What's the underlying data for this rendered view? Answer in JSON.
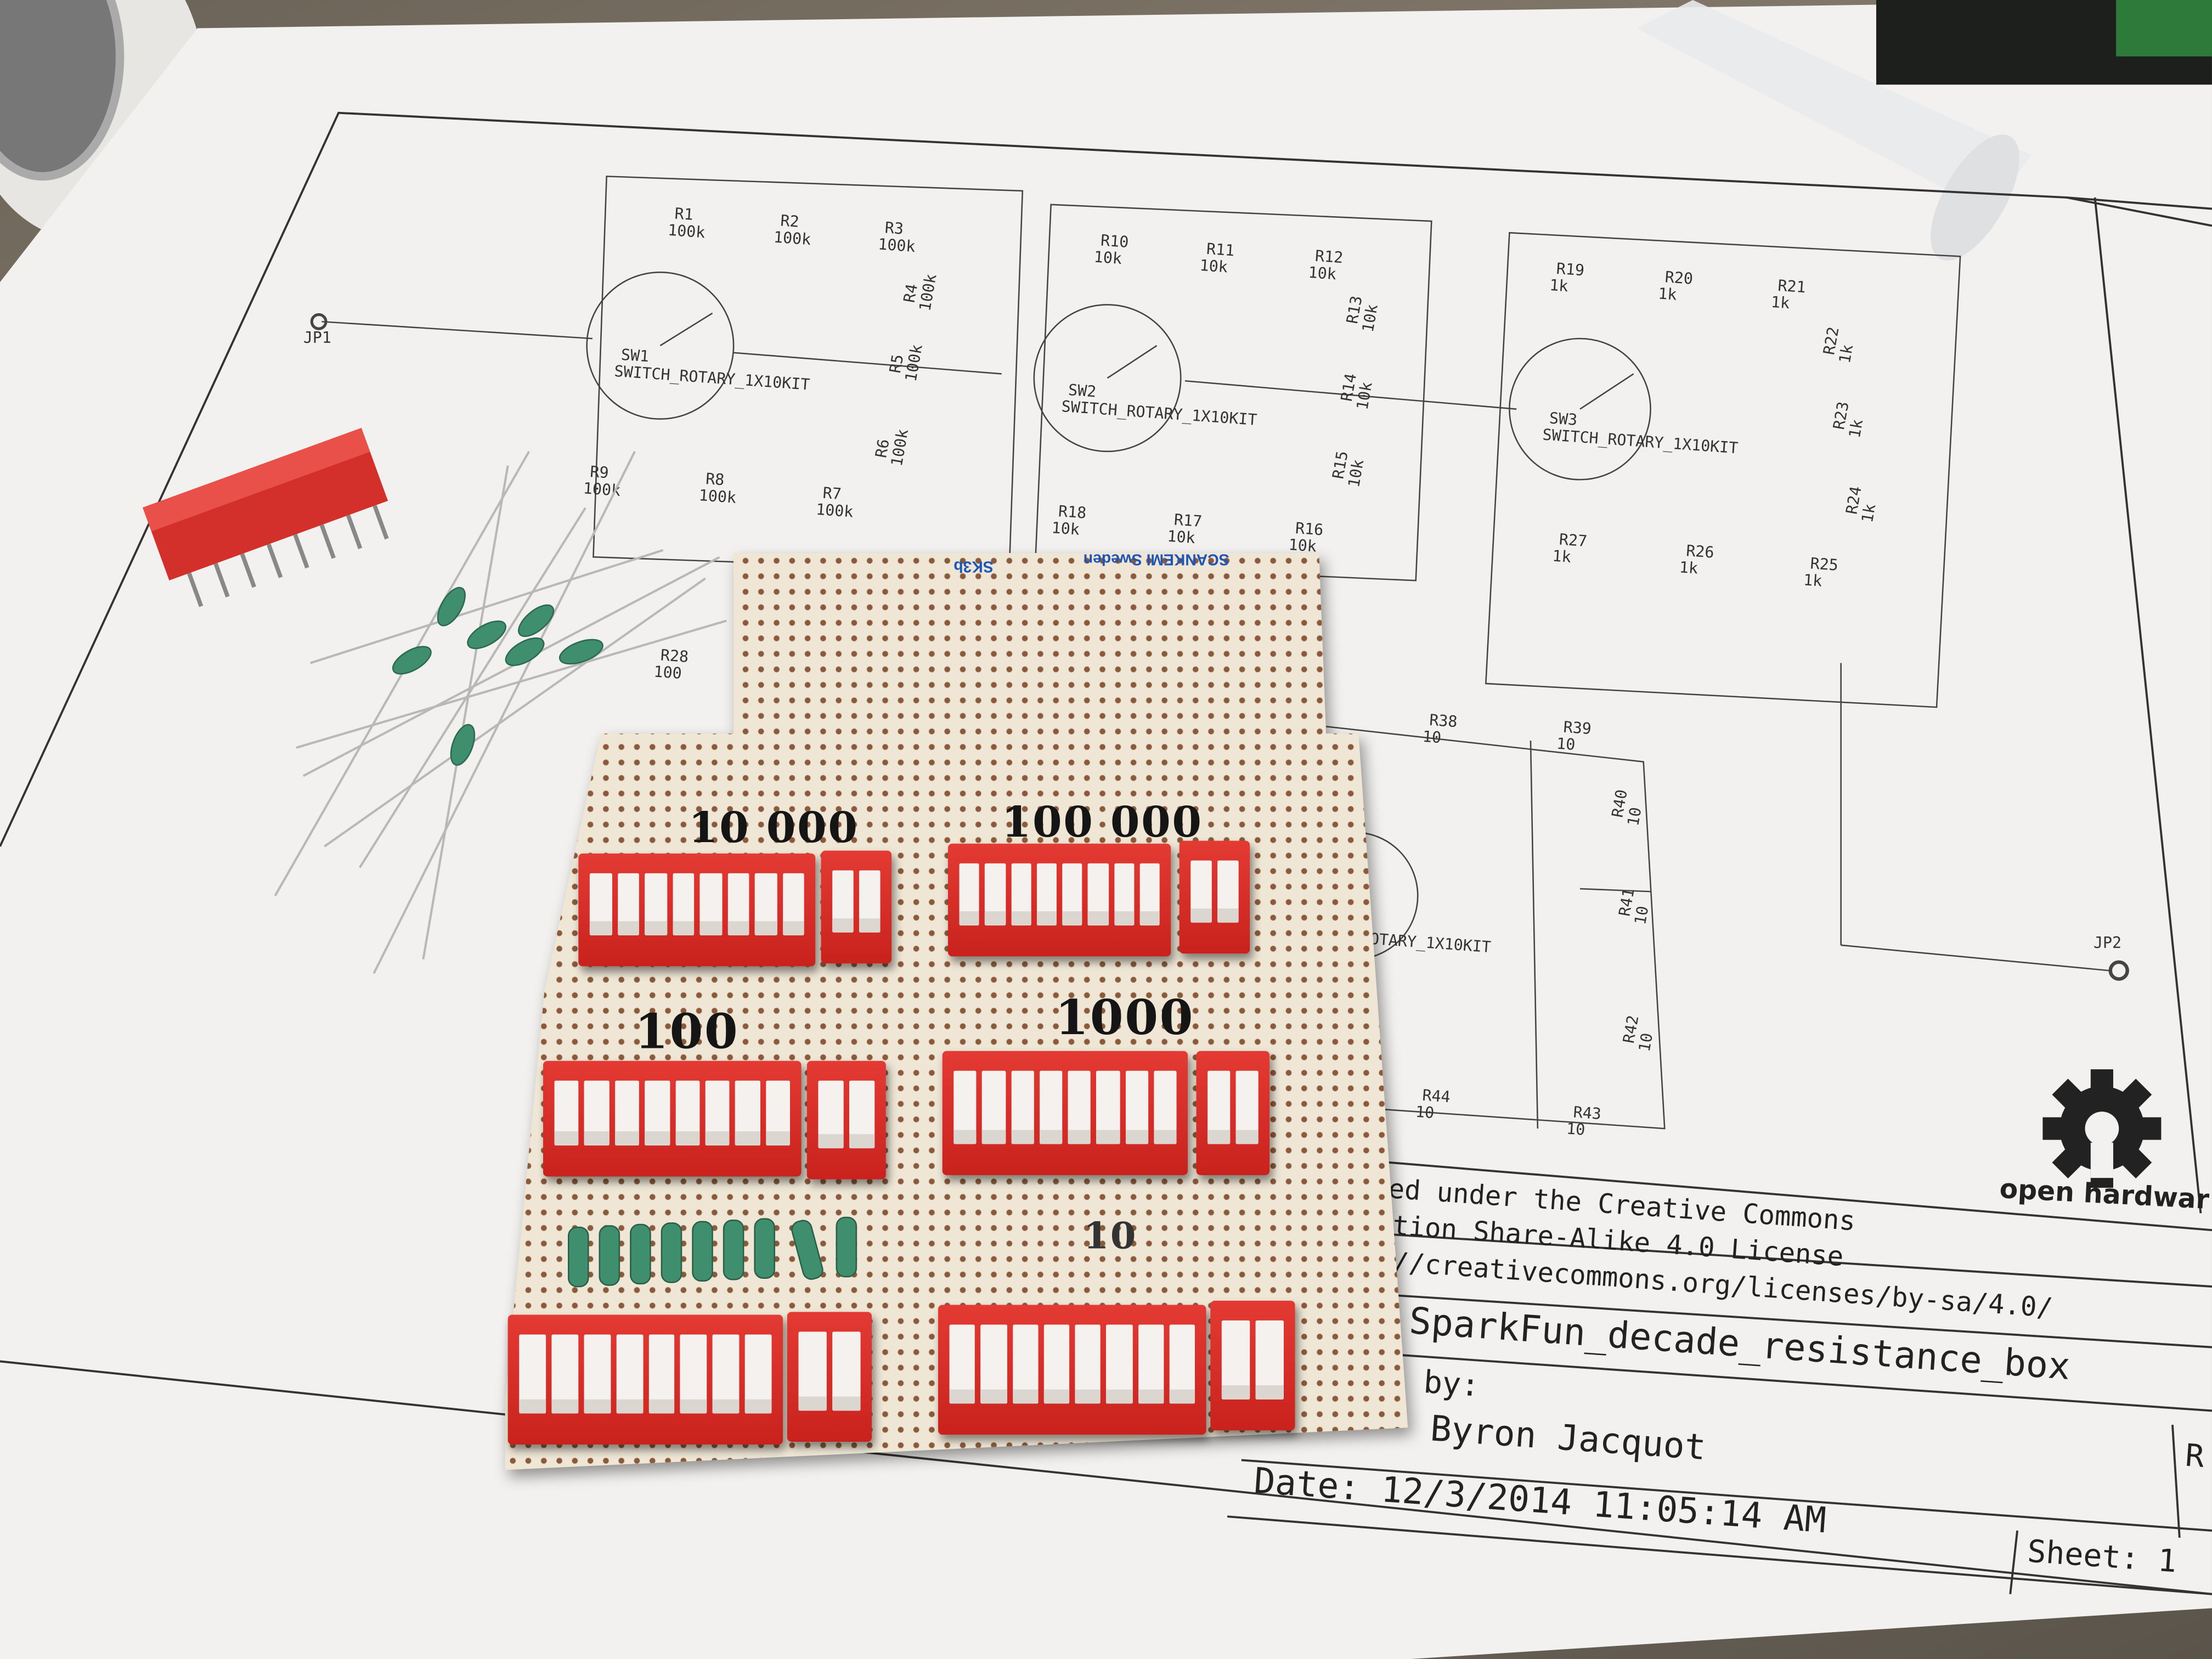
{
  "schematic": {
    "resistors": [
      {
        "name": "R1",
        "value": "100k"
      },
      {
        "name": "R2",
        "value": "100k"
      },
      {
        "name": "R3",
        "value": "100k"
      },
      {
        "name": "R4",
        "value": "100k"
      },
      {
        "name": "R5",
        "value": "100k"
      },
      {
        "name": "R6",
        "value": "100k"
      },
      {
        "name": "R7",
        "value": "100k"
      },
      {
        "name": "R8",
        "value": "100k"
      },
      {
        "name": "R9",
        "value": "100k"
      },
      {
        "name": "R10",
        "value": "10k"
      },
      {
        "name": "R11",
        "value": "10k"
      },
      {
        "name": "R12",
        "value": "10k"
      },
      {
        "name": "R13",
        "value": "10k"
      },
      {
        "name": "R14",
        "value": "10k"
      },
      {
        "name": "R15",
        "value": "10k"
      },
      {
        "name": "R16",
        "value": "10k"
      },
      {
        "name": "R17",
        "value": "10k"
      },
      {
        "name": "R18",
        "value": "10k"
      },
      {
        "name": "R19",
        "value": "1k"
      },
      {
        "name": "R20",
        "value": "1k"
      },
      {
        "name": "R21",
        "value": "1k"
      },
      {
        "name": "R22",
        "value": "1k"
      },
      {
        "name": "R23",
        "value": "1k"
      },
      {
        "name": "R24",
        "value": "1k"
      },
      {
        "name": "R25",
        "value": "1k"
      },
      {
        "name": "R26",
        "value": "1k"
      },
      {
        "name": "R27",
        "value": "1k"
      },
      {
        "name": "R28",
        "value": "100"
      },
      {
        "name": "R38",
        "value": "10"
      },
      {
        "name": "R39",
        "value": "10"
      },
      {
        "name": "R40",
        "value": "10"
      },
      {
        "name": "R41",
        "value": "10"
      },
      {
        "name": "R42",
        "value": "10"
      },
      {
        "name": "R43",
        "value": "10"
      },
      {
        "name": "R44",
        "value": "10"
      }
    ],
    "switches": [
      {
        "name": "SW1",
        "part": "SWITCH_ROTARY_1X10KIT"
      },
      {
        "name": "SW2",
        "part": "SWITCH_ROTARY_1X10KIT"
      },
      {
        "name": "SW3",
        "part": "SWITCH_ROTARY_1X10KIT"
      },
      {
        "name": "",
        "part": "H_ROTARY_1X10KIT"
      }
    ],
    "jumpers": [
      "JP1",
      "JP2"
    ]
  },
  "title_block": {
    "license_line1": "ed under the Creative Commons",
    "license_line2": "tion Share-Alike 4.0 License",
    "license_url": "//creativecommons.org/licenses/by-sa/4.0/",
    "project": "SparkFun_decade_resistance_box",
    "by_label": "by:",
    "author": "Byron Jacquot",
    "date": "Date: 12/3/2014 11:05:14 AM",
    "sheet": "Sheet: 1",
    "rev": "R"
  },
  "logo": {
    "text": "open hardwar"
  },
  "board": {
    "maker": "SCANKEMI Sweden",
    "model": "SK3b",
    "labels": [
      "10 000",
      "100 000",
      "100",
      "1000",
      "10"
    ]
  },
  "colors": {
    "dip_red": "#d42b25",
    "paper": "#f2f1ef",
    "resistor_green": "#3f8f6f"
  }
}
